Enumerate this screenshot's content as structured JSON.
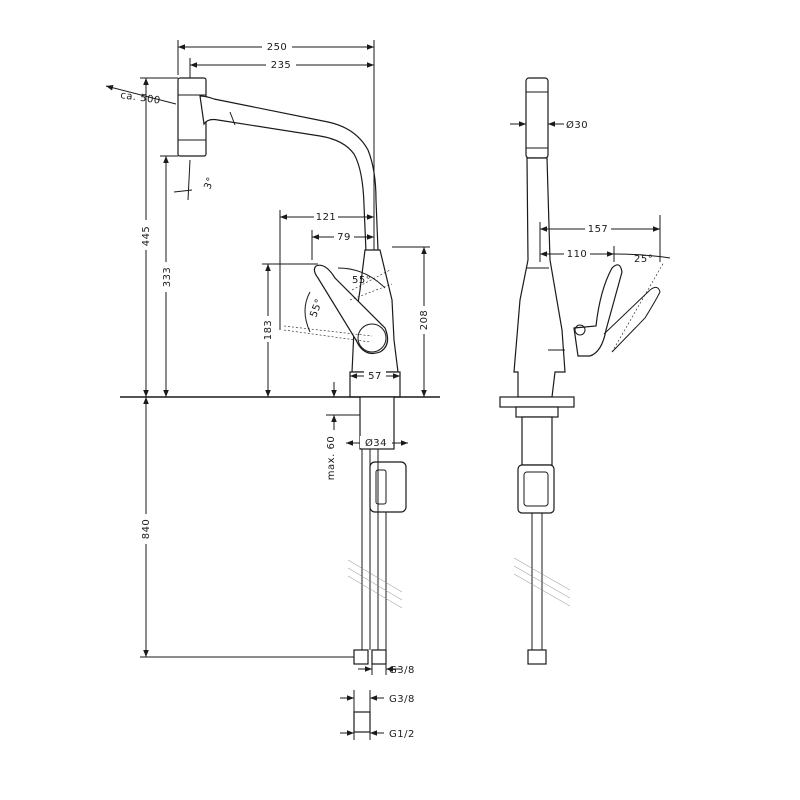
{
  "dimensions": {
    "width_250": "250",
    "width_235": "235",
    "pullout": "ca. 500",
    "tilt": "3°",
    "height_445": "445",
    "height_333": "333",
    "reach_121": "121",
    "reach_79": "79",
    "angle_55_top": "55°",
    "angle_55_left": "55°",
    "handle_183": "183",
    "body_208": "208",
    "base_57": "57",
    "max_60": "max. 60",
    "dia_34": "Ø34",
    "hose_840": "840",
    "g38_a": "G3/8",
    "g38_b": "G3/8",
    "g12": "G1/2",
    "dia_30": "Ø30",
    "side_157": "157",
    "side_110": "110",
    "angle_25": "25°"
  },
  "colors": {
    "line": "#1a1a1a",
    "background": "#ffffff"
  }
}
